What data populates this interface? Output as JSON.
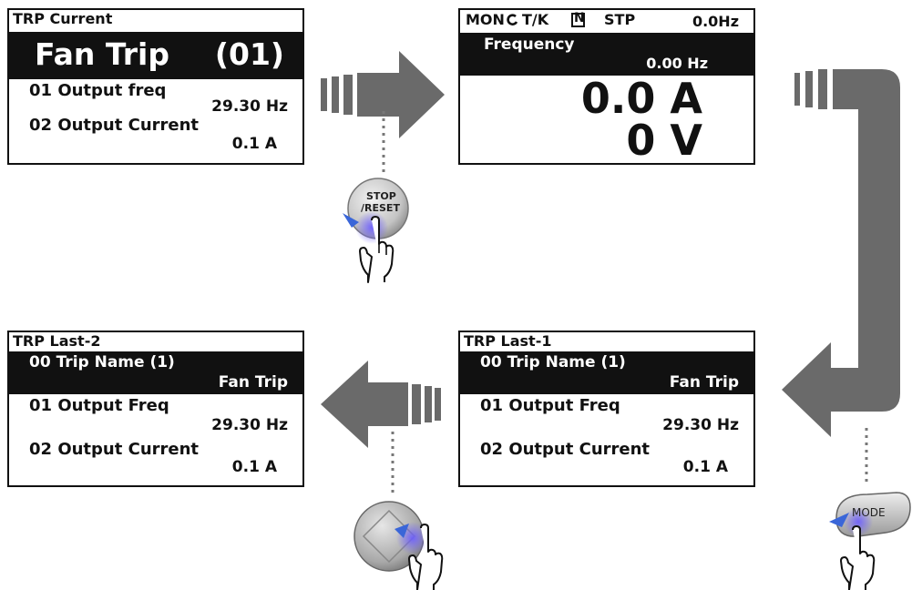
{
  "colors": {
    "arrow": "#6a6a6a",
    "ink": "#111111",
    "highlight": "#5a5cf0",
    "pointer": "#3a66d8",
    "button_grey": "#c9c9c9"
  },
  "panel_trp_current": {
    "header": "TRP Current",
    "trip_name": "Fan Trip",
    "trip_code": "(01)",
    "row1_label": "01 Output freq",
    "row1_value": "29.30 Hz",
    "row2_label": "02 Output Current",
    "row2_value": "0.1 A"
  },
  "panel_monitor": {
    "status_mon": "MON",
    "status_tk": "T/K",
    "status_n": "N",
    "status_stp": "STP",
    "status_hz": "0.0Hz",
    "freq_label": "Frequency",
    "freq_value": "0.00 Hz",
    "current_value": "0.0 A",
    "voltage_value": "0 V"
  },
  "panel_trp_last2": {
    "header": "TRP Last-2",
    "row0_label": "00 Trip Name (1)",
    "row0_value": "Fan Trip",
    "row1_label": "01 Output Freq",
    "row1_value": "29.30 Hz",
    "row2_label": "02 Output Current",
    "row2_value": "0.1 A"
  },
  "panel_trp_last1": {
    "header": "TRP Last-1",
    "row0_label": "00 Trip Name (1)",
    "row0_value": "Fan Trip",
    "row1_label": "01 Output Freq",
    "row1_value": "29.30 Hz",
    "row2_label": "02 Output Current",
    "row2_value": "0.1 A"
  },
  "buttons": {
    "stop_reset_line1": "STOP",
    "stop_reset_line2": "/RESET",
    "mode": "MODE",
    "nav_pad_icon": "direction-pad-icon",
    "hand_icon": "pointing-hand-icon"
  }
}
